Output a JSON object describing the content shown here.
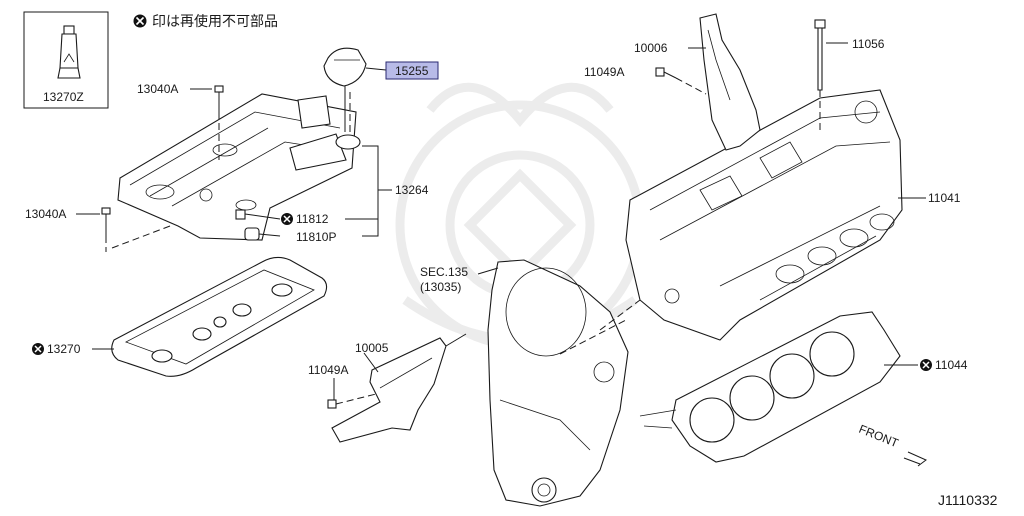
{
  "legend": {
    "symbol": "⊗",
    "text": "印は再使用不可部品"
  },
  "kit_box": {
    "part_number": "13270Z"
  },
  "callouts": {
    "p15255": "15255",
    "p13040a_top": "13040A",
    "p13040a_left": "13040A",
    "p13264": "13264",
    "p11812": "11812",
    "p11810p": "11810P",
    "p13270": "13270",
    "p10006": "10006",
    "p11049a_top": "11049A",
    "p11056": "11056",
    "p11041": "11041",
    "sec135": "SEC.135",
    "sec135_ref": "(13035)",
    "p10005": "10005",
    "p11049a_bottom": "11049A",
    "p11044": "11044"
  },
  "highlight_color": "#b8bbe8",
  "front_label": "FRONT",
  "diagram_id": "J1110332"
}
